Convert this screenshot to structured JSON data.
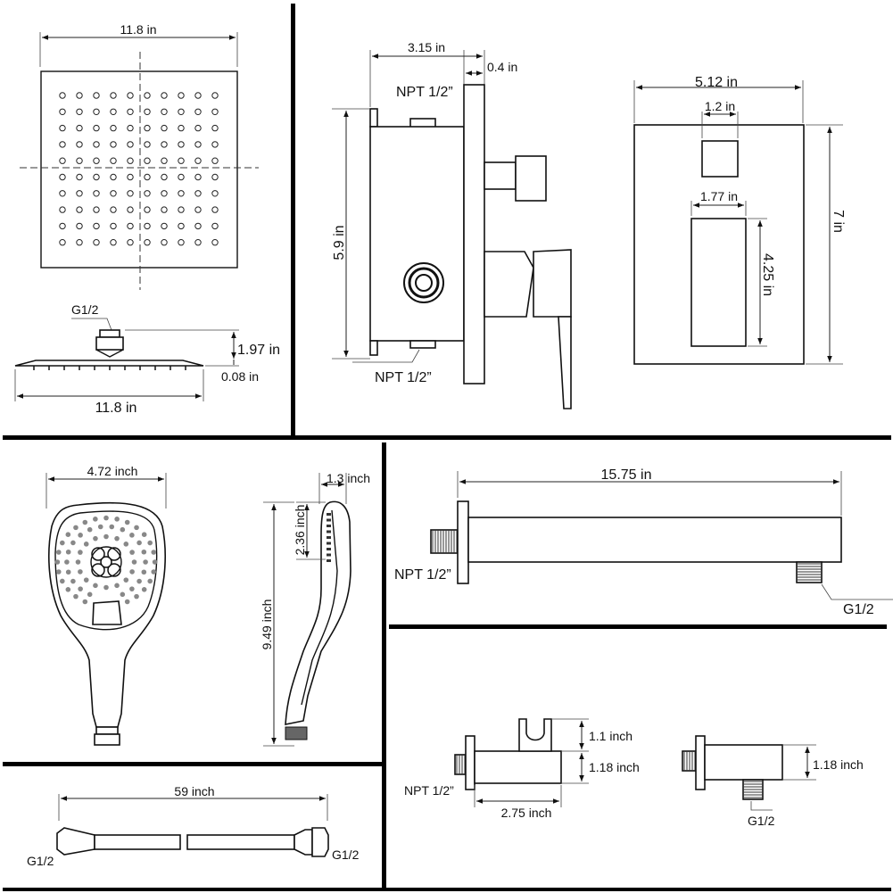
{
  "rain_head": {
    "width_top": "11.8 in",
    "thread": "G1/2",
    "height": "1.97 in",
    "thickness": "0.08 in",
    "width_side": "11.8 in"
  },
  "valve": {
    "depth": "3.15 in",
    "flange": "0.4 in",
    "inlet_top": "NPT 1/2”",
    "inlet_bottom": "NPT 1/2”",
    "height": "5.9 in"
  },
  "trim_plate": {
    "width": "5.12 in",
    "knob_width": "1.2 in",
    "handle_width": "1.77 in",
    "handle_height": "4.25 in",
    "height": "7 in"
  },
  "hand_shower": {
    "width": "4.72 inch",
    "depth": "1.3 inch",
    "head_length": "2.36 inch",
    "length": "9.49 inch"
  },
  "shower_arm": {
    "length": "15.75 in",
    "inlet": "NPT 1/2”",
    "outlet": "G1/2"
  },
  "hose": {
    "length": "59 inch",
    "end_left": "G1/2",
    "end_right": "G1/2"
  },
  "holder": {
    "bracket_height": "1.1 inch",
    "body_height": "1.18 inch",
    "inlet": "NPT 1/2”",
    "length": "2.75 inch"
  },
  "elbow": {
    "height": "1.18 inch",
    "outlet": "G1/2"
  }
}
